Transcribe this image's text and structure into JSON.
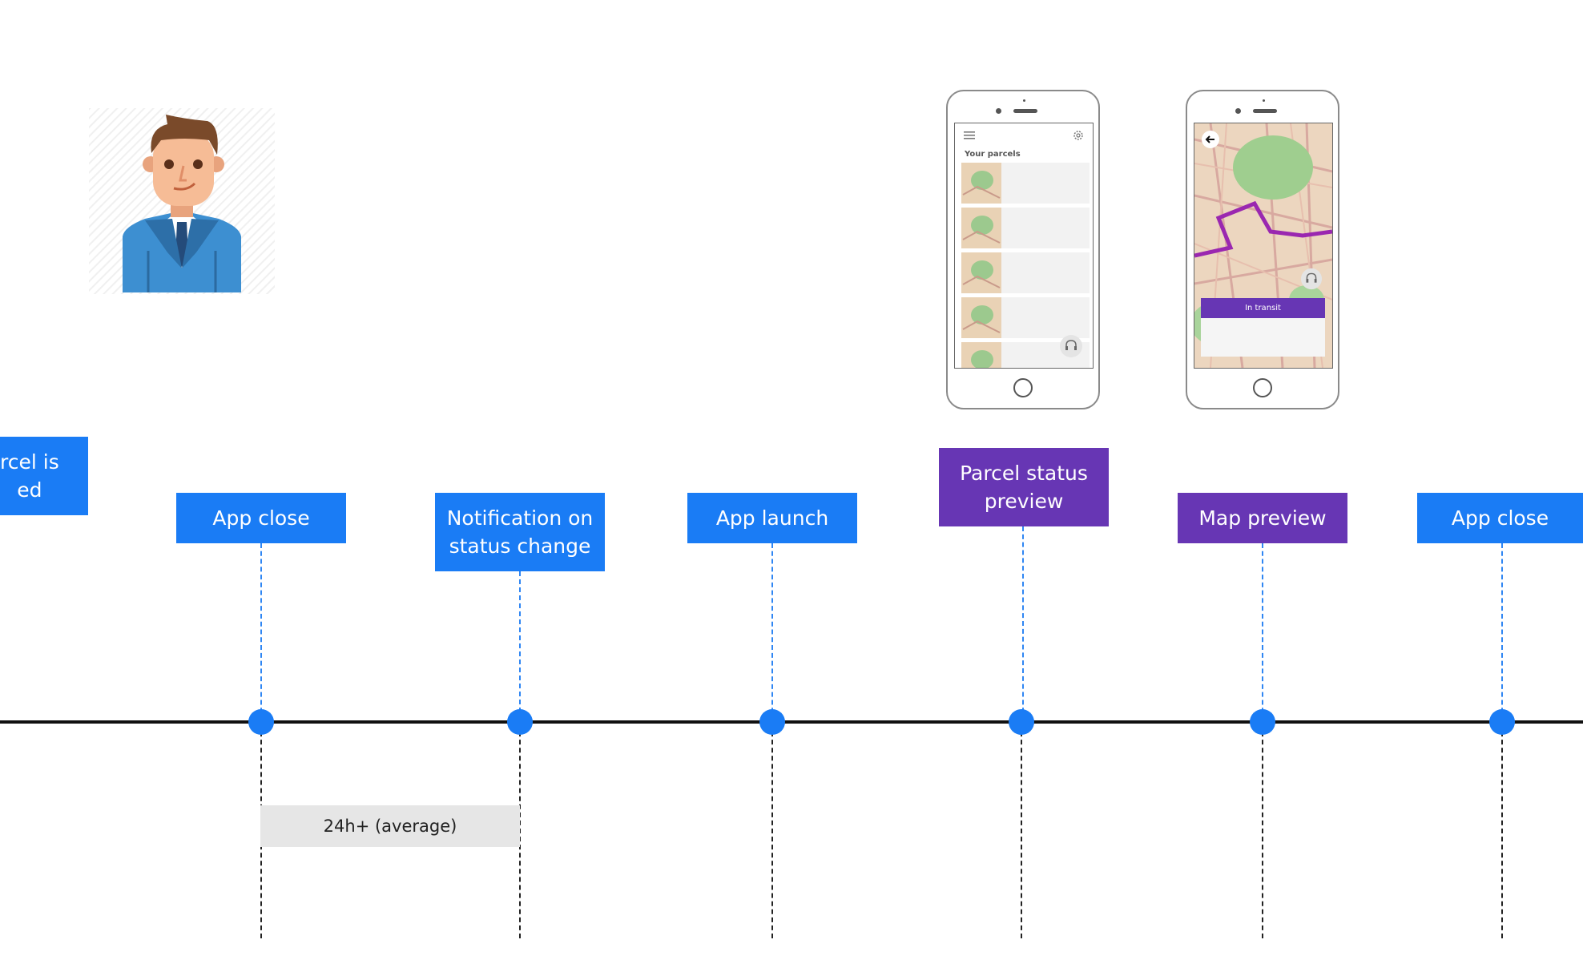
{
  "events": {
    "parcel_cut": "rcel is\ned",
    "app_close_1": "App close",
    "notification": "Notification on\nstatus change",
    "app_launch": "App launch",
    "parcel_status": "Parcel status\npreview",
    "map_preview": "Map preview",
    "app_close_2": "App close"
  },
  "duration": {
    "label": "24h+ (average)"
  },
  "phones": {
    "list_screen": {
      "title": "Your parcels"
    },
    "map_screen": {
      "status": "In transit"
    }
  },
  "colors": {
    "event_blue": "#1a7cf5",
    "event_purple": "#6736b4",
    "axis": "#111111",
    "duration_bg": "#e6e6e6"
  }
}
